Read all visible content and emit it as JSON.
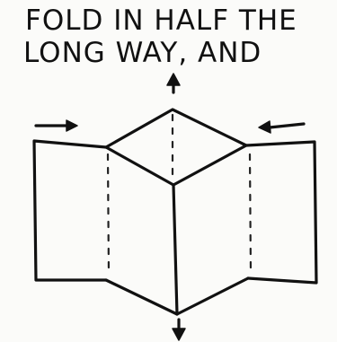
{
  "instruction": {
    "line1": "FOLD IN HALF THE",
    "line2": "LONG WAY, AND"
  },
  "colors": {
    "ink": "#111111",
    "paper": "#fbfbf9"
  },
  "arrows": [
    "up",
    "down",
    "left-pointing-right",
    "right-pointing-left"
  ]
}
